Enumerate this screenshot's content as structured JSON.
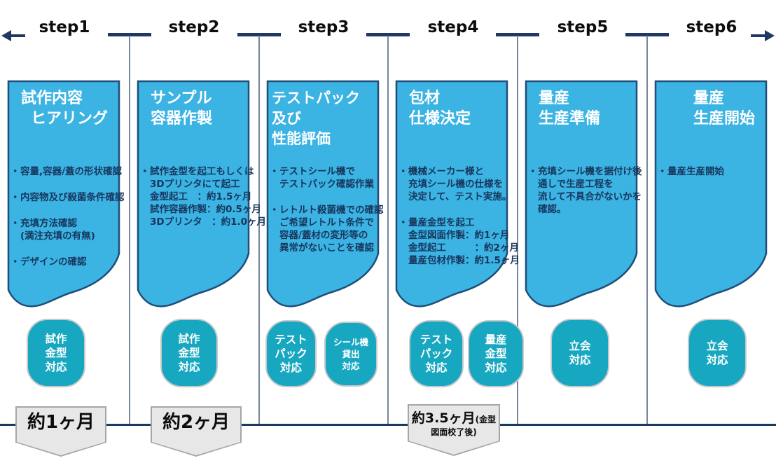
{
  "ui": {
    "bullet_marker": "・"
  },
  "colors": {
    "card_fill": "#3BB3E3",
    "card_border": "#1F4E79",
    "badge_fill": "#17A7C0",
    "badge_border": "#C9C9C9",
    "timeline_navy": "#1F3864",
    "divider_gray": "#76879D",
    "baseline_navy": "#1B3A5F",
    "tag_fill": "#E7E7E7",
    "tag_border": "#A6A6A6"
  },
  "timeline": {
    "steps": [
      "step1",
      "step2",
      "step3",
      "step4",
      "step5",
      "step6"
    ]
  },
  "cards": [
    {
      "title_lines": [
        "試作内容",
        "ヒアリング"
      ],
      "bullets": [
        {
          "lines": [
            "容量,容器/蓋の形状確認"
          ]
        },
        {
          "lines": [
            "内容物及び殺菌条件確認"
          ]
        },
        {
          "lines": [
            "充填方法確認",
            "(満注充填の有無)"
          ]
        },
        {
          "lines": [
            "デザインの確認"
          ]
        }
      ]
    },
    {
      "title_lines": [
        "サンプル",
        "容器作製"
      ],
      "bullets": [
        {
          "lines": [
            "試作金型を起工もしくは",
            "3Dプリンタにて起工",
            "金型起工　：約1.5ヶ月",
            "試作容器作製：約0.5ヶ月",
            "3Dプリンタ　：約1.0ヶ月"
          ]
        }
      ]
    },
    {
      "title_lines": [
        "テストパック",
        "及び",
        "性能評価"
      ],
      "bullets": [
        {
          "lines": [
            "テストシール機で",
            "テストパック確認作業"
          ]
        },
        {
          "lines": [
            "レトルト殺菌機での確認",
            "ご希望レトルト条件で",
            "容器/蓋材の変形等の",
            "異常がないことを確認"
          ]
        }
      ]
    },
    {
      "title_lines": [
        "包材",
        "仕様決定"
      ],
      "bullets": [
        {
          "lines": [
            "機械メーカー様と",
            "充填シール機の仕様を",
            "決定して、テスト実施。"
          ]
        },
        {
          "lines": [
            "量産金型を起工",
            "金型図面作製：約1ヶ月",
            "金型起工　　　：約2ヶ月",
            "量産包材作製：約1.5ヶ月"
          ]
        }
      ]
    },
    {
      "title_lines": [
        "量産",
        "生産準備"
      ],
      "bullets": [
        {
          "lines": [
            "充填シール機を据付け後",
            "通しで生産工程を",
            "流して不具合がないかを",
            "確認。"
          ]
        }
      ]
    },
    {
      "title_lines": [
        "量産",
        "生産開始"
      ],
      "bullets": [
        {
          "lines": [
            "量産生産開始"
          ]
        }
      ]
    }
  ],
  "badges": [
    {
      "lines": [
        "試作",
        "金型",
        "対応"
      ]
    },
    {
      "lines": [
        "試作",
        "金型",
        "対応"
      ]
    },
    {
      "lines": [
        "テスト",
        "パック",
        "対応"
      ]
    },
    {
      "lines": [
        "シール機",
        "貸出",
        "対応"
      ]
    },
    {
      "lines": [
        "テスト",
        "パック",
        "対応"
      ]
    },
    {
      "lines": [
        "量産",
        "金型",
        "対応"
      ]
    },
    {
      "lines": [
        "立会",
        "対応"
      ]
    },
    {
      "lines": [
        "立会",
        "対応"
      ]
    }
  ],
  "durations": [
    {
      "main": "約1ヶ月",
      "suffix": "",
      "line2": ""
    },
    {
      "main": "約2ヶ月",
      "suffix": "",
      "line2": ""
    },
    {
      "main": "約3.5ヶ月",
      "suffix": "(金型",
      "line2": "図面校了後)"
    }
  ]
}
